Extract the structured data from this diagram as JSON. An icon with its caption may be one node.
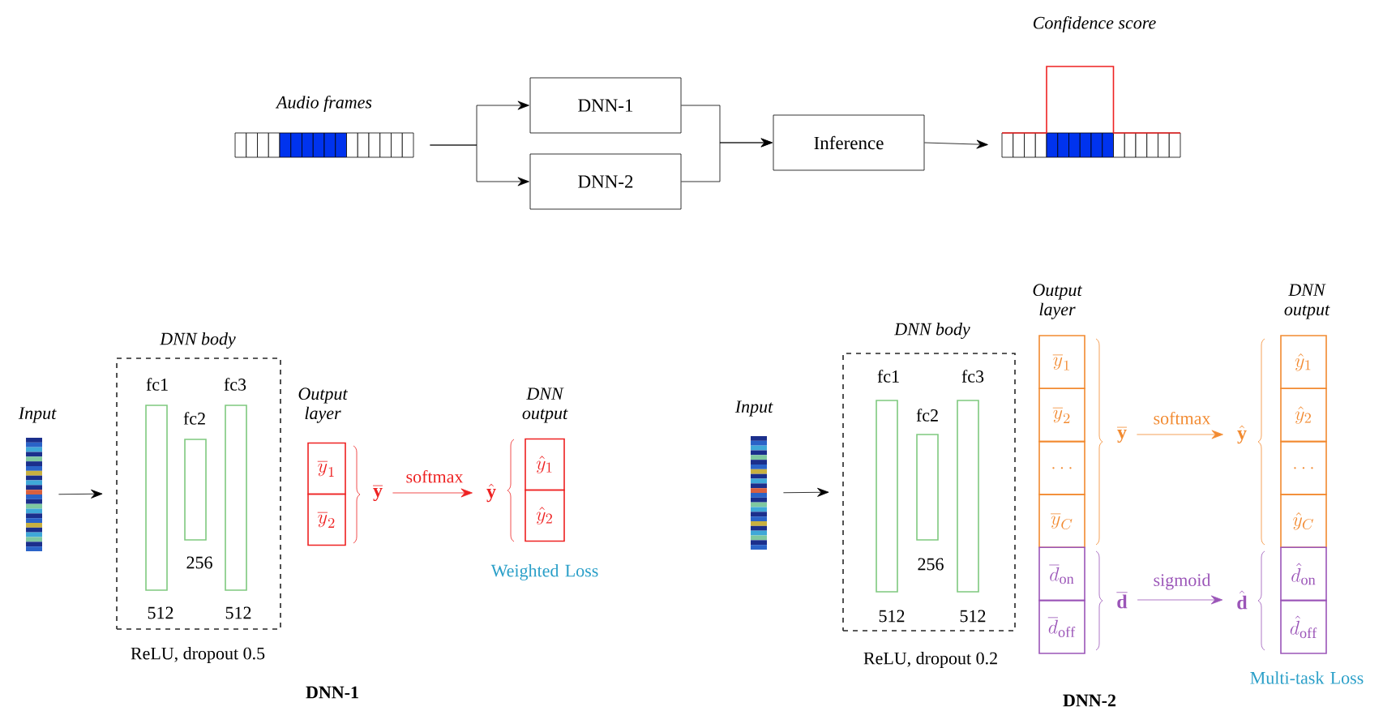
{
  "diagram": {
    "nodes": [
      {
        "text": [
          "Audio frames"
        ]
      },
      {
        "text": [
          "DNN-1"
        ]
      },
      {
        "text": [
          "DNN-2"
        ]
      },
      {
        "text": [
          "Inference"
        ]
      },
      {
        "text": [
          "Confidence score"
        ]
      },
      {
        "text": [
          "Input"
        ]
      },
      {
        "text": [
          "DNN body"
        ],
        "beside": [
          "ReLU, dropout 0.5"
        ]
      },
      {
        "text": [
          "fc1",
          "512"
        ],
        "in": 6
      },
      {
        "text": [
          "fc2",
          "256"
        ],
        "in": 6
      },
      {
        "text": [
          "fc3",
          "512"
        ],
        "in": 6
      },
      {
        "text": [
          "\\overline{y}_{1}"
        ]
      },
      {
        "text": [
          "\\overline{y}_{2}"
        ]
      },
      {
        "text": [
          "\\overline{\\mathbf{y}}"
        ]
      },
      {
        "text": [
          "\\hat{\\mathbf{y}}"
        ]
      },
      {
        "text": [
          "\\hat{y}_{1}"
        ]
      },
      {
        "text": [
          "\\hat{y}_{2}"
        ]
      },
      {
        "text": [
          "Input"
        ]
      },
      {
        "text": [
          "DNN body"
        ],
        "beside": [
          "ReLU, dropout 0.2"
        ]
      },
      {
        "text": [
          "fc1",
          "512"
        ],
        "in": 17
      },
      {
        "text": [
          "fc2",
          "256"
        ],
        "in": 17
      },
      {
        "text": [
          "fc3",
          "512"
        ],
        "in": 17
      },
      {
        "text": [
          "\\overline{y}_{1}"
        ]
      },
      {
        "text": [
          "\\overline{y}_{2}"
        ]
      },
      {
        "text": [
          "\\dots"
        ]
      },
      {
        "text": [
          "\\overline{y}_{C}"
        ]
      },
      {
        "text": [
          "\\overline{d}_{\\mathrm{on}}"
        ]
      },
      {
        "text": [
          "\\overline{d}_{\\mathrm{off}}"
        ]
      },
      {
        "text": [
          "\\overline{\\mathbf{y}}"
        ]
      },
      {
        "text": [
          "\\hat{\\mathbf{y}}"
        ]
      },
      {
        "text": [
          "\\overline{\\mathbf{d}}"
        ]
      },
      {
        "text": [
          "\\hat{\\mathbf{d}}"
        ]
      },
      {
        "text": [
          "\\hat{y}_{1}"
        ]
      },
      {
        "text": [
          "\\hat{y}_{2}"
        ]
      },
      {
        "text": [
          "\\dots"
        ]
      },
      {
        "text": [
          "\\hat{y}_{C}"
        ]
      },
      {
        "text": [
          "\\hat{d}_{\\mathrm{on}}"
        ]
      },
      {
        "text": [
          "\\hat{d}_{\\mathrm{off}}"
        ]
      }
    ],
    "edges": [
      {
        "from": 0,
        "to": 1,
        "arrow": "to"
      },
      {
        "from": 0,
        "to": 2,
        "arrow": "to"
      },
      {
        "from": 1,
        "to": 3,
        "arrow": "to"
      },
      {
        "from": 2,
        "to": 3,
        "arrow": "to"
      },
      {
        "from": 3,
        "to": 4,
        "arrow": "to"
      },
      {
        "from": 5,
        "to": 6,
        "arrow": "to"
      },
      {
        "from": 12,
        "to": 13,
        "arrow": "to",
        "label": "softmax",
        "color": "#ee2222"
      },
      {
        "from": 16,
        "to": 17,
        "arrow": "to"
      },
      {
        "from": 27,
        "to": 28,
        "arrow": "to",
        "label": "softmax",
        "color": "#f28a30"
      },
      {
        "from": 29,
        "to": 30,
        "arrow": "to",
        "label": "sigmoid",
        "color": "#9b55b8"
      }
    ],
    "labels": [
      "Output layer",
      "DNN output",
      "Weighted Loss",
      "DNN-1",
      "Output layer",
      "DNN output",
      "Multi-task Loss",
      "DNN-2"
    ]
  }
}
